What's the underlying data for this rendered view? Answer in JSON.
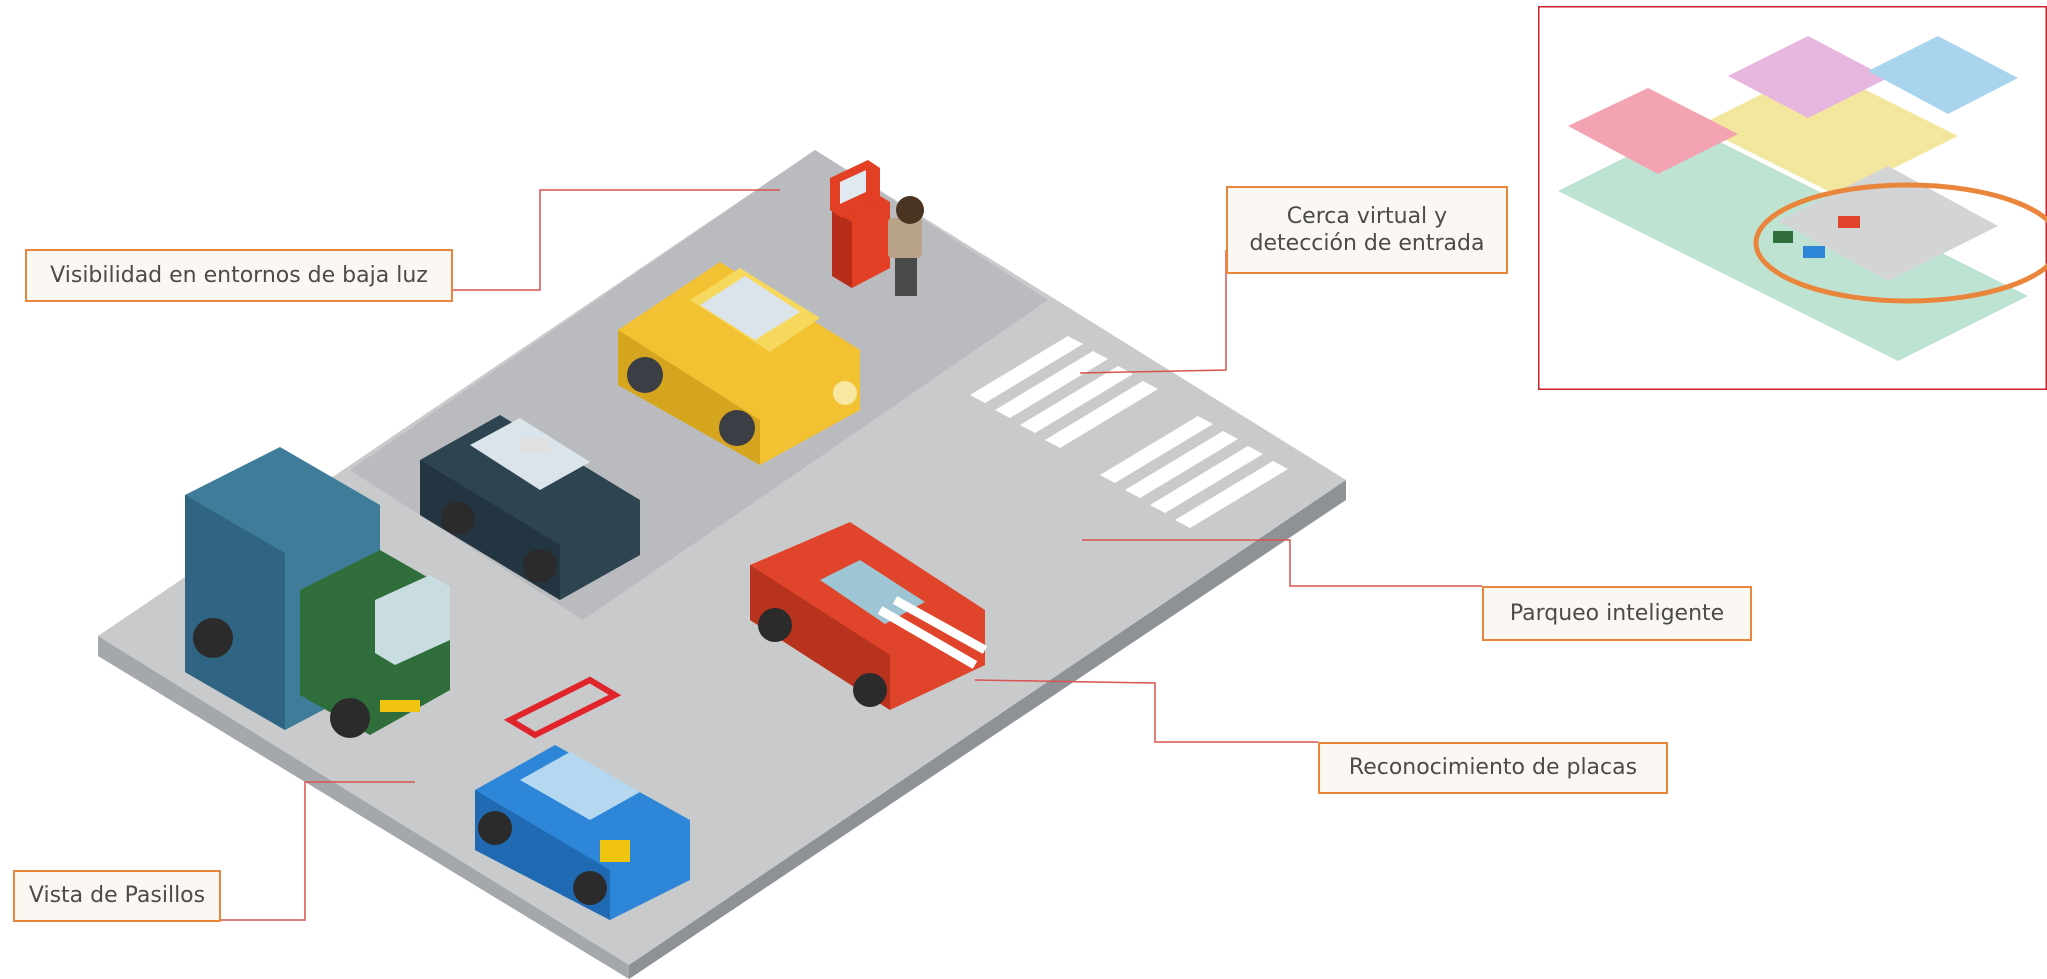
{
  "callouts": {
    "visibilidad": "Visibilidad en entornos de baja luz",
    "cerca": "Cerca virtual y detección de entrada",
    "parqueo": "Parqueo inteligente",
    "reconocimiento": "Reconocimiento de placas",
    "vista": "Vista de Pasillos"
  },
  "colors": {
    "accent": "#e9863c",
    "leader_line": "#d9534f",
    "frame": "#cc1f2b",
    "road_top": "#c7c8ca",
    "road_side": "#9fa2a6"
  },
  "icons": [
    "kiosk-icon",
    "person-icon",
    "truck-icon",
    "taxi-icon",
    "car-icon",
    "sports-car-icon",
    "crosswalk-icon",
    "mall-map-icon"
  ]
}
